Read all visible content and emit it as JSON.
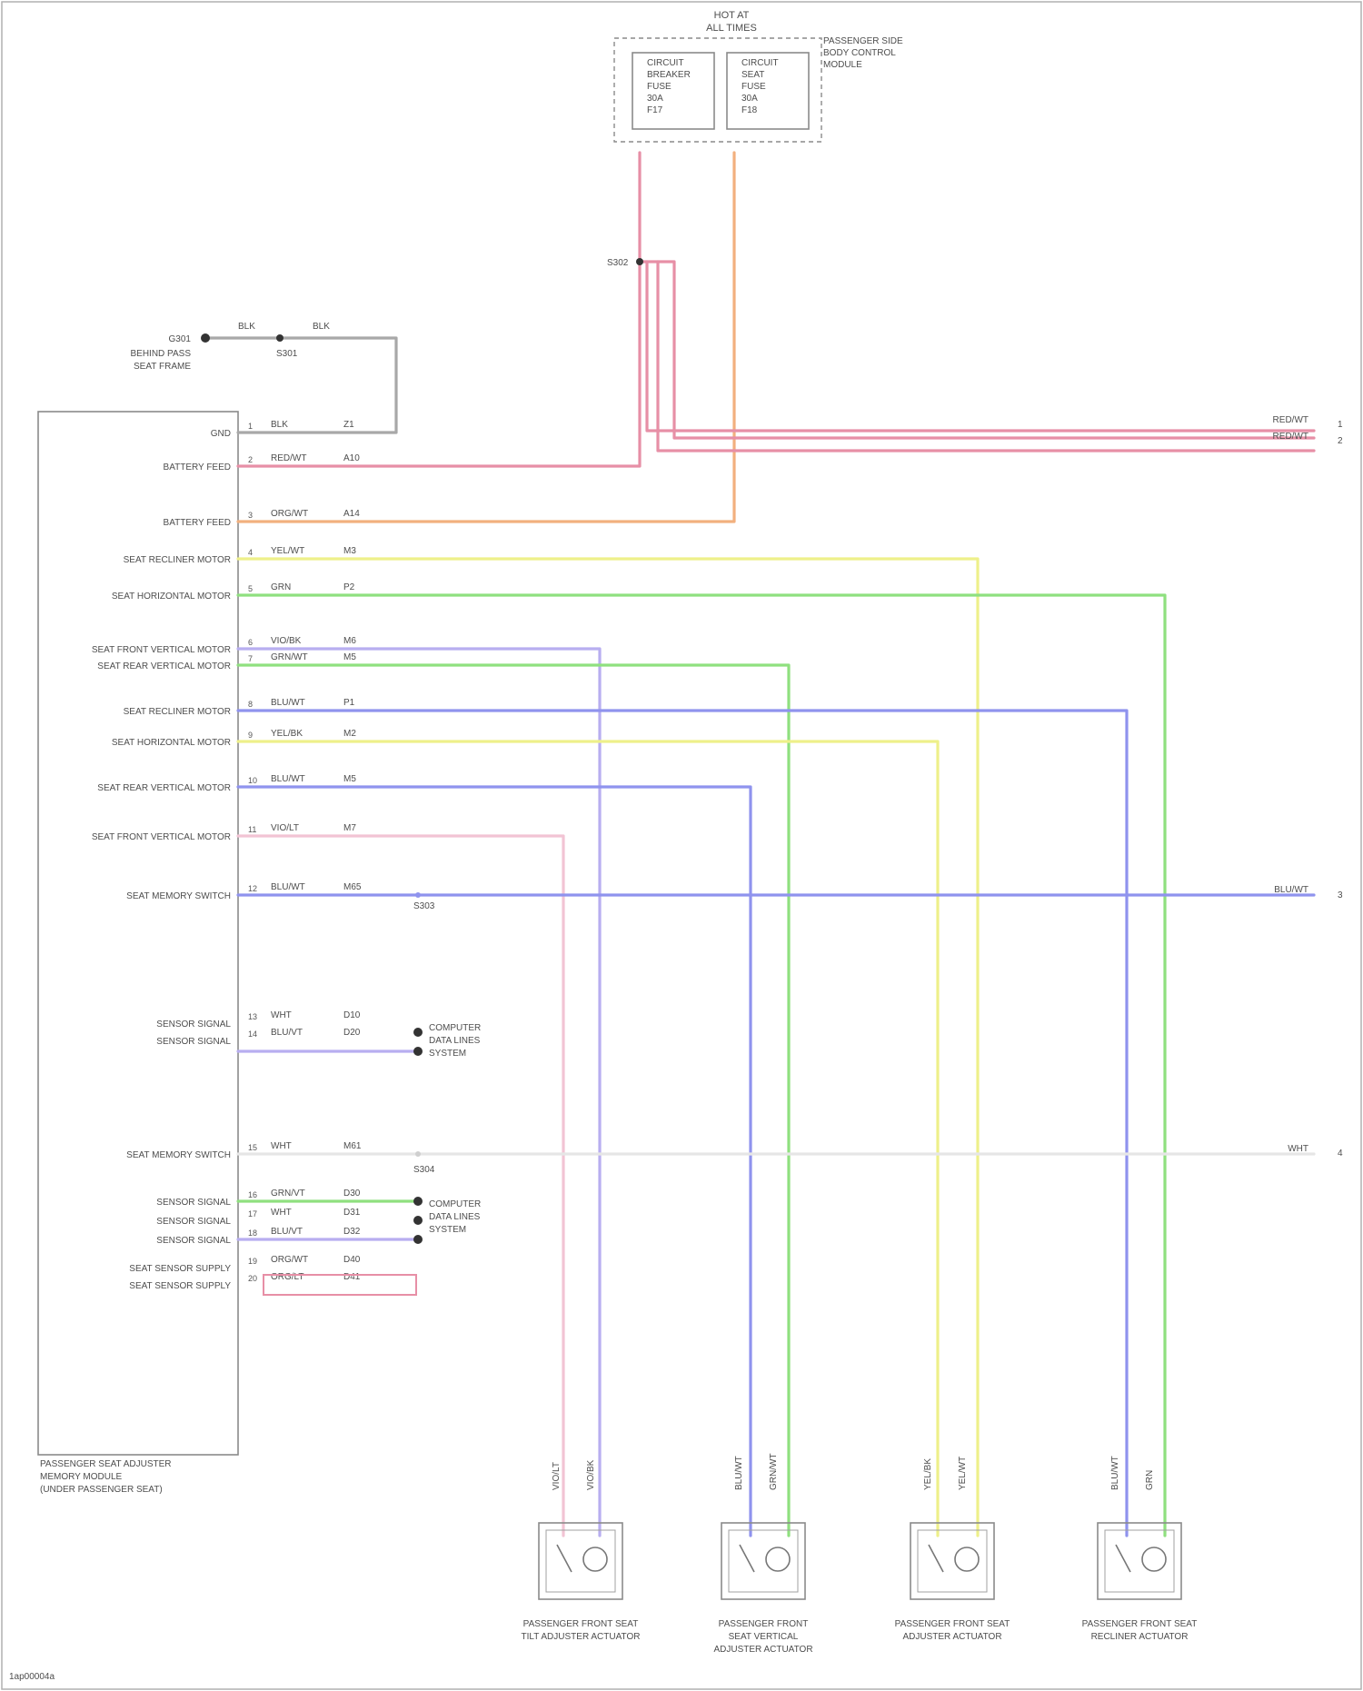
{
  "colors": {
    "red": "#e78fa6",
    "orange": "#f2b07e",
    "yellow": "#eef08a",
    "green": "#8fe07f",
    "violet": "#b8aef0",
    "blue": "#8f93ee",
    "pink": "#f2c4d4",
    "gray": "#a8a8a8",
    "outline": "#8a8a8a"
  },
  "fuse_block": {
    "title_1": "HOT AT",
    "title_2": "ALL TIMES",
    "side_label": [
      "PASSENGER SIDE",
      "BODY CONTROL",
      "MODULE"
    ],
    "left_contact": [
      "CIRCUIT",
      "BREAKER",
      "FUSE",
      "30A",
      "F17"
    ],
    "right_contact": [
      "CIRCUIT",
      "SEAT",
      "FUSE",
      "30A",
      "F18"
    ]
  },
  "ground": {
    "label_1": "G301",
    "label_2": [
      "BEHIND PASS",
      "SEAT FRAME"
    ],
    "wire_1": "BLK",
    "wire_2": "BLK"
  },
  "module": {
    "label": [
      "PASSENGER SEAT ADJUSTER",
      "MEMORY MODULE",
      "(UNDER PASSENGER SEAT)"
    ],
    "pins": [
      {
        "no": "1",
        "desc": "GND",
        "color": "BLK",
        "circuit": "Z1"
      },
      {
        "no": "2",
        "desc": "BATTERY FEED",
        "color": "RED/WT",
        "circuit": "A10"
      },
      {
        "no": "3",
        "desc": "BATTERY FEED",
        "color": "ORG/WT",
        "circuit": "A14"
      },
      {
        "no": "4",
        "desc": "SEAT RECLINER MOTOR",
        "color": "YEL/WT",
        "circuit": "M3"
      },
      {
        "no": "5",
        "desc": "SEAT HORIZONTAL MOTOR",
        "color": "GRN",
        "circuit": "P2"
      },
      {
        "no": "6",
        "desc": "SEAT FRONT VERTICAL MOTOR",
        "color": "VIO/BK",
        "circuit": "M6"
      },
      {
        "no": "7",
        "desc": "SEAT REAR VERTICAL MOTOR",
        "color": "GRN/WT",
        "circuit": "M5"
      },
      {
        "no": "8",
        "desc": "SEAT RECLINER MOTOR",
        "color": "BLU/WT",
        "circuit": "P1"
      },
      {
        "no": "9",
        "desc": "SEAT HORIZONTAL MOTOR",
        "color": "YEL/BK",
        "circuit": "M2"
      },
      {
        "no": "10",
        "desc": "SEAT REAR VERTICAL MOTOR",
        "color": "BLU/WT",
        "circuit": "M5"
      },
      {
        "no": "11",
        "desc": "SEAT FRONT VERTICAL MOTOR",
        "color": "VIO/LT",
        "circuit": "M7"
      },
      {
        "no": "12",
        "desc": "SEAT MEMORY SWITCH",
        "color": "BLU/WT",
        "circuit": "M65"
      },
      {
        "no": "13",
        "desc": "SENSOR SIGNAL",
        "color": "WHT",
        "circuit": "D10"
      },
      {
        "no": "14",
        "desc": "SENSOR SIGNAL",
        "color": "BLU/VT",
        "circuit": "D20"
      },
      {
        "no": "15",
        "desc": "SEAT MEMORY SWITCH",
        "color": "WHT",
        "circuit": "M61"
      },
      {
        "no": "16",
        "desc": "SENSOR SIGNAL",
        "color": "GRN/VT",
        "circuit": "D30"
      },
      {
        "no": "17",
        "desc": "SENSOR SIGNAL",
        "color": "WHT",
        "circuit": "D31"
      },
      {
        "no": "18",
        "desc": "SENSOR SIGNAL",
        "color": "BLU/VT",
        "circuit": "D32"
      },
      {
        "no": "19",
        "desc": "SEAT SENSOR SUPPLY",
        "color": "ORG/WT",
        "circuit": "D40"
      },
      {
        "no": "20",
        "desc": "SEAT SENSOR SUPPLY",
        "color": "ORG/LT",
        "circuit": "D41"
      }
    ]
  },
  "splices": {
    "s1": "S301",
    "s2": "S302",
    "s3": "S303",
    "s4": "S304"
  },
  "connectors": {
    "c1": [
      "COMPUTER",
      "DATA LINES",
      "SYSTEM"
    ],
    "c2": [
      "COMPUTER",
      "DATA LINES",
      "SYSTEM"
    ]
  },
  "right_edge": {
    "red_1": "RED/WT",
    "red_2": "RED/WT",
    "blue": "BLU/WT",
    "white": "WHT",
    "arrow_1": "1",
    "arrow_2": "2",
    "arrow_3": "3",
    "arrow_4": "4"
  },
  "motors": [
    {
      "label": [
        "PASSENGER FRONT SEAT",
        "TILT ADJUSTER ACTUATOR"
      ],
      "w1": "VIO/LT",
      "w2": "VIO/BK"
    },
    {
      "label": [
        "PASSENGER FRONT",
        "SEAT VERTICAL",
        "ADJUSTER ACTUATOR"
      ],
      "w1": "BLU/WT",
      "w2": "GRN/WT"
    },
    {
      "label": [
        "PASSENGER FRONT SEAT",
        "ADJUSTER ACTUATOR"
      ],
      "w1": "YEL/BK",
      "w2": "YEL/WT"
    },
    {
      "label": [
        "PASSENGER FRONT SEAT",
        "RECLINER ACTUATOR"
      ],
      "w1": "BLU/WT",
      "w2": "GRN"
    }
  ],
  "footer": "1ap00004a"
}
